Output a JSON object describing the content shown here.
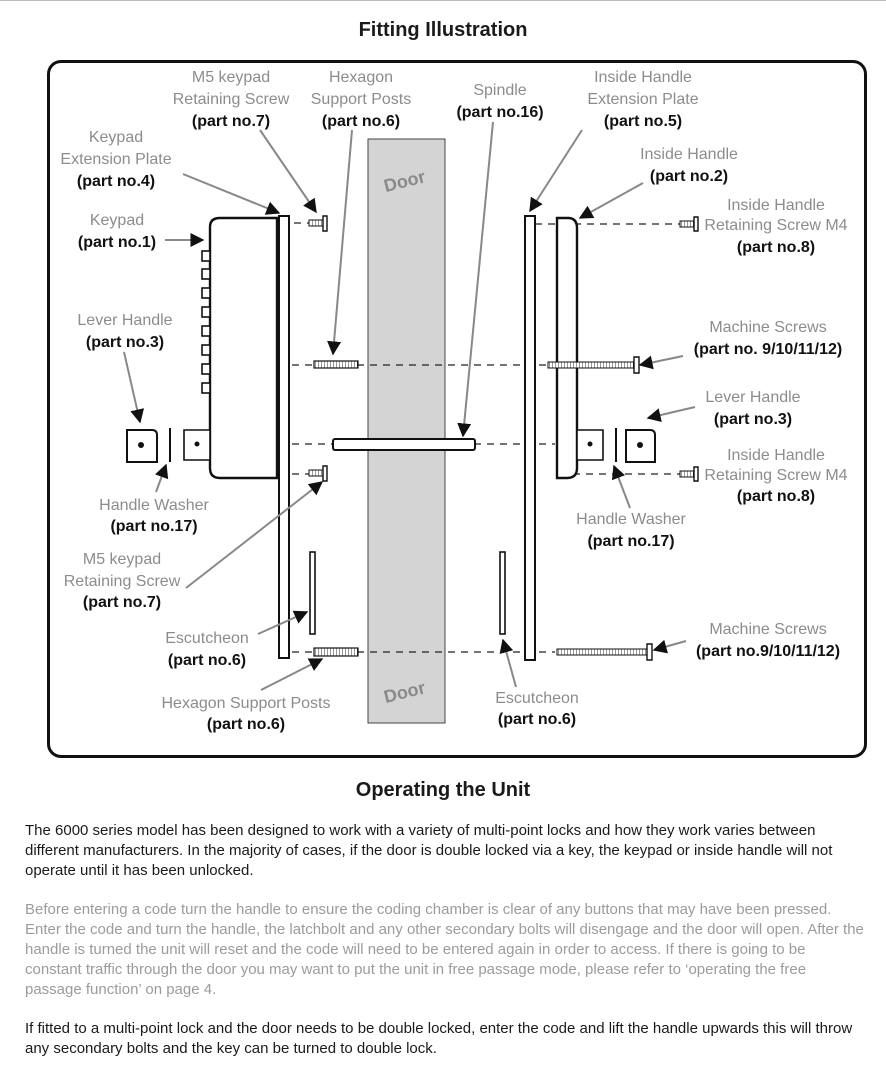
{
  "titles": {
    "fitting": "Fitting Illustration",
    "operating": "Operating the Unit"
  },
  "door_text": "Door",
  "labels": {
    "m5_screw_top": {
      "line1": "M5 keypad",
      "line2": "Retaining Screw",
      "part": "(part no.7)"
    },
    "hex_posts_top": {
      "line1": "Hexagon",
      "line2": "Support Posts",
      "part": "(part no.6)"
    },
    "spindle": {
      "line1": "Spindle",
      "part": "(part no.16)"
    },
    "inside_ext_plate": {
      "line1": "Inside Handle",
      "line2": "Extension Plate",
      "part": "(part no.5)"
    },
    "keypad_ext_plate": {
      "line1": "Keypad",
      "line2": "Extension Plate",
      "part": "(part no.4)"
    },
    "inside_handle": {
      "line1": "Inside Handle",
      "part": "(part no.2)"
    },
    "keypad": {
      "line1": "Keypad",
      "part": "(part no.1)"
    },
    "inside_screw_top": {
      "line1": "Inside Handle",
      "line2": "Retaining Screw M4",
      "part": "(part no.8)"
    },
    "lever_left": {
      "line1": "Lever Handle",
      "part": "(part no.3)"
    },
    "machine_screws_top": {
      "line1": "Machine Screws",
      "part": "(part no. 9/10/11/12)"
    },
    "lever_right": {
      "line1": "Lever Handle",
      "part": "(part no.3)"
    },
    "inside_screw_bottom": {
      "line1": "Inside Handle",
      "line2": "Retaining Screw M4",
      "part": "(part no.8)"
    },
    "washer_left": {
      "line1": "Handle Washer",
      "part": "(part no.17)"
    },
    "washer_right": {
      "line1": "Handle Washer",
      "part": "(part no.17)"
    },
    "m5_screw_bottom": {
      "line1": "M5 keypad",
      "line2": "Retaining Screw",
      "part": "(part no.7)"
    },
    "escutcheon_left": {
      "line1": "Escutcheon",
      "part": "(part no.6)"
    },
    "machine_screws_bottom": {
      "line1": "Machine Screws",
      "part": "(part no.9/10/11/12)"
    },
    "hex_posts_bottom": {
      "line1": "Hexagon Support Posts",
      "part": "(part no.6)"
    },
    "escutcheon_right": {
      "line1": "Escutcheon",
      "part": "(part no.6)"
    }
  },
  "paragraphs": {
    "p1": "The 6000 series model has been designed to work with a variety of multi-point locks and how they work varies between different manufacturers. In the majority of cases, if the door is double locked via a key, the keypad or inside handle will not operate until it has been unlocked.",
    "p2": "Before entering a code turn the handle to ensure the coding chamber is clear of any buttons that may have been pressed. Enter the code and turn the handle, the latchbolt and any other secondary bolts will disengage and the door will open. After the handle is turned the unit will reset and the code will need to be entered again in order to access. If there is going to be constant traffic through the door you may want to put the unit in free passage mode, please refer to ‘operating the free passage function’ on page 4.",
    "p3": "If fitted to a multi-point lock and the door needs to be double locked, enter the code and lift the handle upwards this will throw any secondary bolts and the key can be turned to double lock."
  },
  "colors": {
    "label_grey": "#8c8c8c",
    "door_grey": "#d4d4d4",
    "text_dark": "#1a1a1a"
  }
}
